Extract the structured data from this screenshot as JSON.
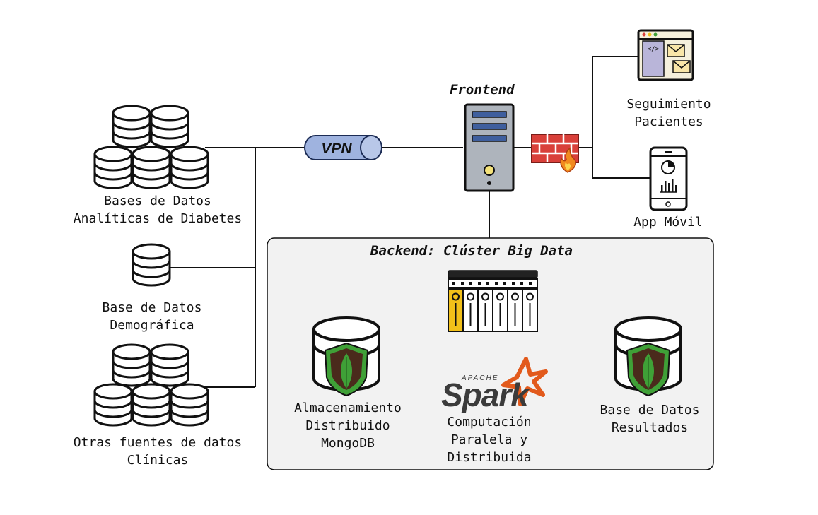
{
  "sources": {
    "diabetes": {
      "line1": "Bases de Datos",
      "line2": "Analíticas de Diabetes"
    },
    "demographic": {
      "line1": "Base de Datos",
      "line2": "Demográfica"
    },
    "clinical": {
      "line1": "Otras fuentes de datos",
      "line2": "Clínicas"
    }
  },
  "vpn": {
    "label": "VPN"
  },
  "frontend": {
    "title": "Frontend"
  },
  "clients": {
    "tracking": {
      "line1": "Seguimiento",
      "line2": "Pacientes"
    },
    "app": {
      "label": "App Móvil"
    }
  },
  "backend": {
    "title": "Backend: Clúster Big Data",
    "storage": {
      "line1": "Almacenamiento",
      "line2": "Distribuido",
      "line3": "MongoDB"
    },
    "spark": {
      "logo_small": "APACHE",
      "logo": "Spark",
      "line1": "Computación",
      "line2": "Paralela y",
      "line3": "Distribuida"
    },
    "results": {
      "line1": "Base de Datos",
      "line2": "Resultados"
    }
  },
  "colors": {
    "vpn_fill": "#9fb3df",
    "server_fill": "#aeb4bc",
    "server_slot": "#3f5f9e",
    "firewall": "#d9403a",
    "panel_bg": "#f2f2f2",
    "mongo_green": "#3fa037",
    "spark_orange": "#e25a1c",
    "rack_yellow": "#f2c019"
  }
}
